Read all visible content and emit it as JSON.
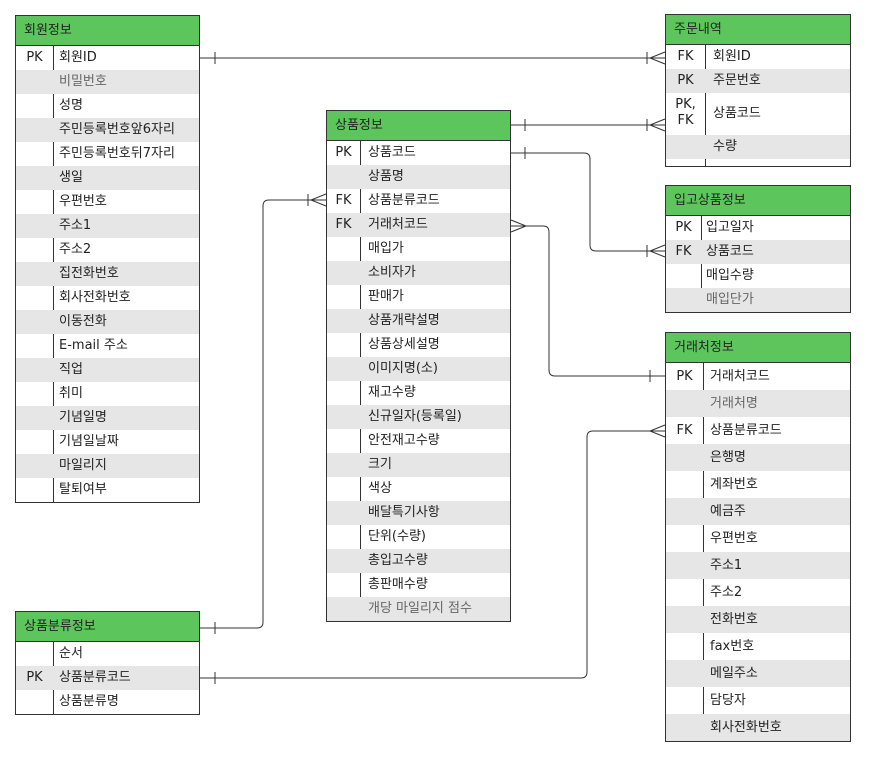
{
  "entities": {
    "member": {
      "title": "회원정보",
      "rows": [
        {
          "key": "PK",
          "field": "회원ID",
          "muted": false
        },
        {
          "key": "",
          "field": "비밀번호",
          "muted": true
        },
        {
          "key": "",
          "field": "성명",
          "muted": false
        },
        {
          "key": "",
          "field": "주민등록번호앞6자리",
          "muted": false
        },
        {
          "key": "",
          "field": "주민등록번호뒤7자리",
          "muted": false
        },
        {
          "key": "",
          "field": "생일",
          "muted": false
        },
        {
          "key": "",
          "field": "우편번호",
          "muted": false
        },
        {
          "key": "",
          "field": "주소1",
          "muted": false
        },
        {
          "key": "",
          "field": "주소2",
          "muted": false
        },
        {
          "key": "",
          "field": "집전화번호",
          "muted": false
        },
        {
          "key": "",
          "field": "회사전화번호",
          "muted": false
        },
        {
          "key": "",
          "field": "이동전화",
          "muted": false
        },
        {
          "key": "",
          "field": "E-mail 주소",
          "muted": false
        },
        {
          "key": "",
          "field": "직업",
          "muted": false
        },
        {
          "key": "",
          "field": "취미",
          "muted": false
        },
        {
          "key": "",
          "field": "기념일명",
          "muted": false
        },
        {
          "key": "",
          "field": "기념일날짜",
          "muted": false
        },
        {
          "key": "",
          "field": "마일리지",
          "muted": false
        },
        {
          "key": "",
          "field": "탈퇴여부",
          "muted": false
        }
      ]
    },
    "product": {
      "title": "상품정보",
      "rows": [
        {
          "key": "PK",
          "field": "상품코드",
          "muted": false
        },
        {
          "key": "",
          "field": "상품명",
          "muted": false
        },
        {
          "key": "FK",
          "field": "상품분류코드",
          "muted": false
        },
        {
          "key": "FK",
          "field": "거래처코드",
          "muted": false
        },
        {
          "key": "",
          "field": "매입가",
          "muted": false
        },
        {
          "key": "",
          "field": "소비자가",
          "muted": false
        },
        {
          "key": "",
          "field": "판매가",
          "muted": false
        },
        {
          "key": "",
          "field": "상품개략설명",
          "muted": false
        },
        {
          "key": "",
          "field": "상품상세설명",
          "muted": false
        },
        {
          "key": "",
          "field": "이미지명(소)",
          "muted": false
        },
        {
          "key": "",
          "field": "재고수량",
          "muted": false
        },
        {
          "key": "",
          "field": "신규일자(등록일)",
          "muted": false
        },
        {
          "key": "",
          "field": "안전재고수량",
          "muted": false
        },
        {
          "key": "",
          "field": "크기",
          "muted": false
        },
        {
          "key": "",
          "field": "색상",
          "muted": false
        },
        {
          "key": "",
          "field": "배달특기사항",
          "muted": false
        },
        {
          "key": "",
          "field": "단위(수량)",
          "muted": false
        },
        {
          "key": "",
          "field": "총입고수량",
          "muted": false
        },
        {
          "key": "",
          "field": "총판매수량",
          "muted": false
        },
        {
          "key": "",
          "field": "개당 마일리지 점수",
          "muted": true
        }
      ]
    },
    "category": {
      "title": "상품분류정보",
      "rows": [
        {
          "key": "",
          "field": "순서",
          "muted": false
        },
        {
          "key": "PK",
          "field": "상품분류코드",
          "muted": false
        },
        {
          "key": "",
          "field": "상품분류명",
          "muted": false
        }
      ]
    },
    "order": {
      "title": "주문내역",
      "rows": [
        {
          "key": "FK",
          "field": "회원ID",
          "muted": false
        },
        {
          "key": "PK",
          "field": "주문번호",
          "muted": false
        },
        {
          "key": "PK,\nFK",
          "field": "상품코드",
          "muted": false
        },
        {
          "key": "",
          "field": "수량",
          "muted": false
        }
      ]
    },
    "incoming": {
      "title": "입고상품정보",
      "rows": [
        {
          "key": "PK",
          "field": "입고일자",
          "muted": false
        },
        {
          "key": "FK",
          "field": "상품코드",
          "muted": false
        },
        {
          "key": "",
          "field": "매입수량",
          "muted": false
        },
        {
          "key": "",
          "field": "매입단가",
          "muted": true
        }
      ]
    },
    "supplier": {
      "title": "거래처정보",
      "rows": [
        {
          "key": "PK",
          "field": "거래처코드",
          "muted": false
        },
        {
          "key": "",
          "field": "거래처명",
          "muted": true
        },
        {
          "key": "FK",
          "field": "상품분류코드",
          "muted": false
        },
        {
          "key": "",
          "field": "은행명",
          "muted": false
        },
        {
          "key": "",
          "field": "계좌번호",
          "muted": false
        },
        {
          "key": "",
          "field": "예금주",
          "muted": false
        },
        {
          "key": "",
          "field": "우편번호",
          "muted": false
        },
        {
          "key": "",
          "field": "주소1",
          "muted": false
        },
        {
          "key": "",
          "field": "주소2",
          "muted": false
        },
        {
          "key": "",
          "field": "전화번호",
          "muted": false
        },
        {
          "key": "",
          "field": "fax번호",
          "muted": false
        },
        {
          "key": "",
          "field": "메일주소",
          "muted": false
        },
        {
          "key": "",
          "field": "담당자",
          "muted": false
        },
        {
          "key": "",
          "field": "회사전화번호",
          "muted": false
        }
      ]
    }
  },
  "colors": {
    "header": "#5cc65c",
    "alt_row": "#e6e6e6",
    "line": "#333333"
  }
}
